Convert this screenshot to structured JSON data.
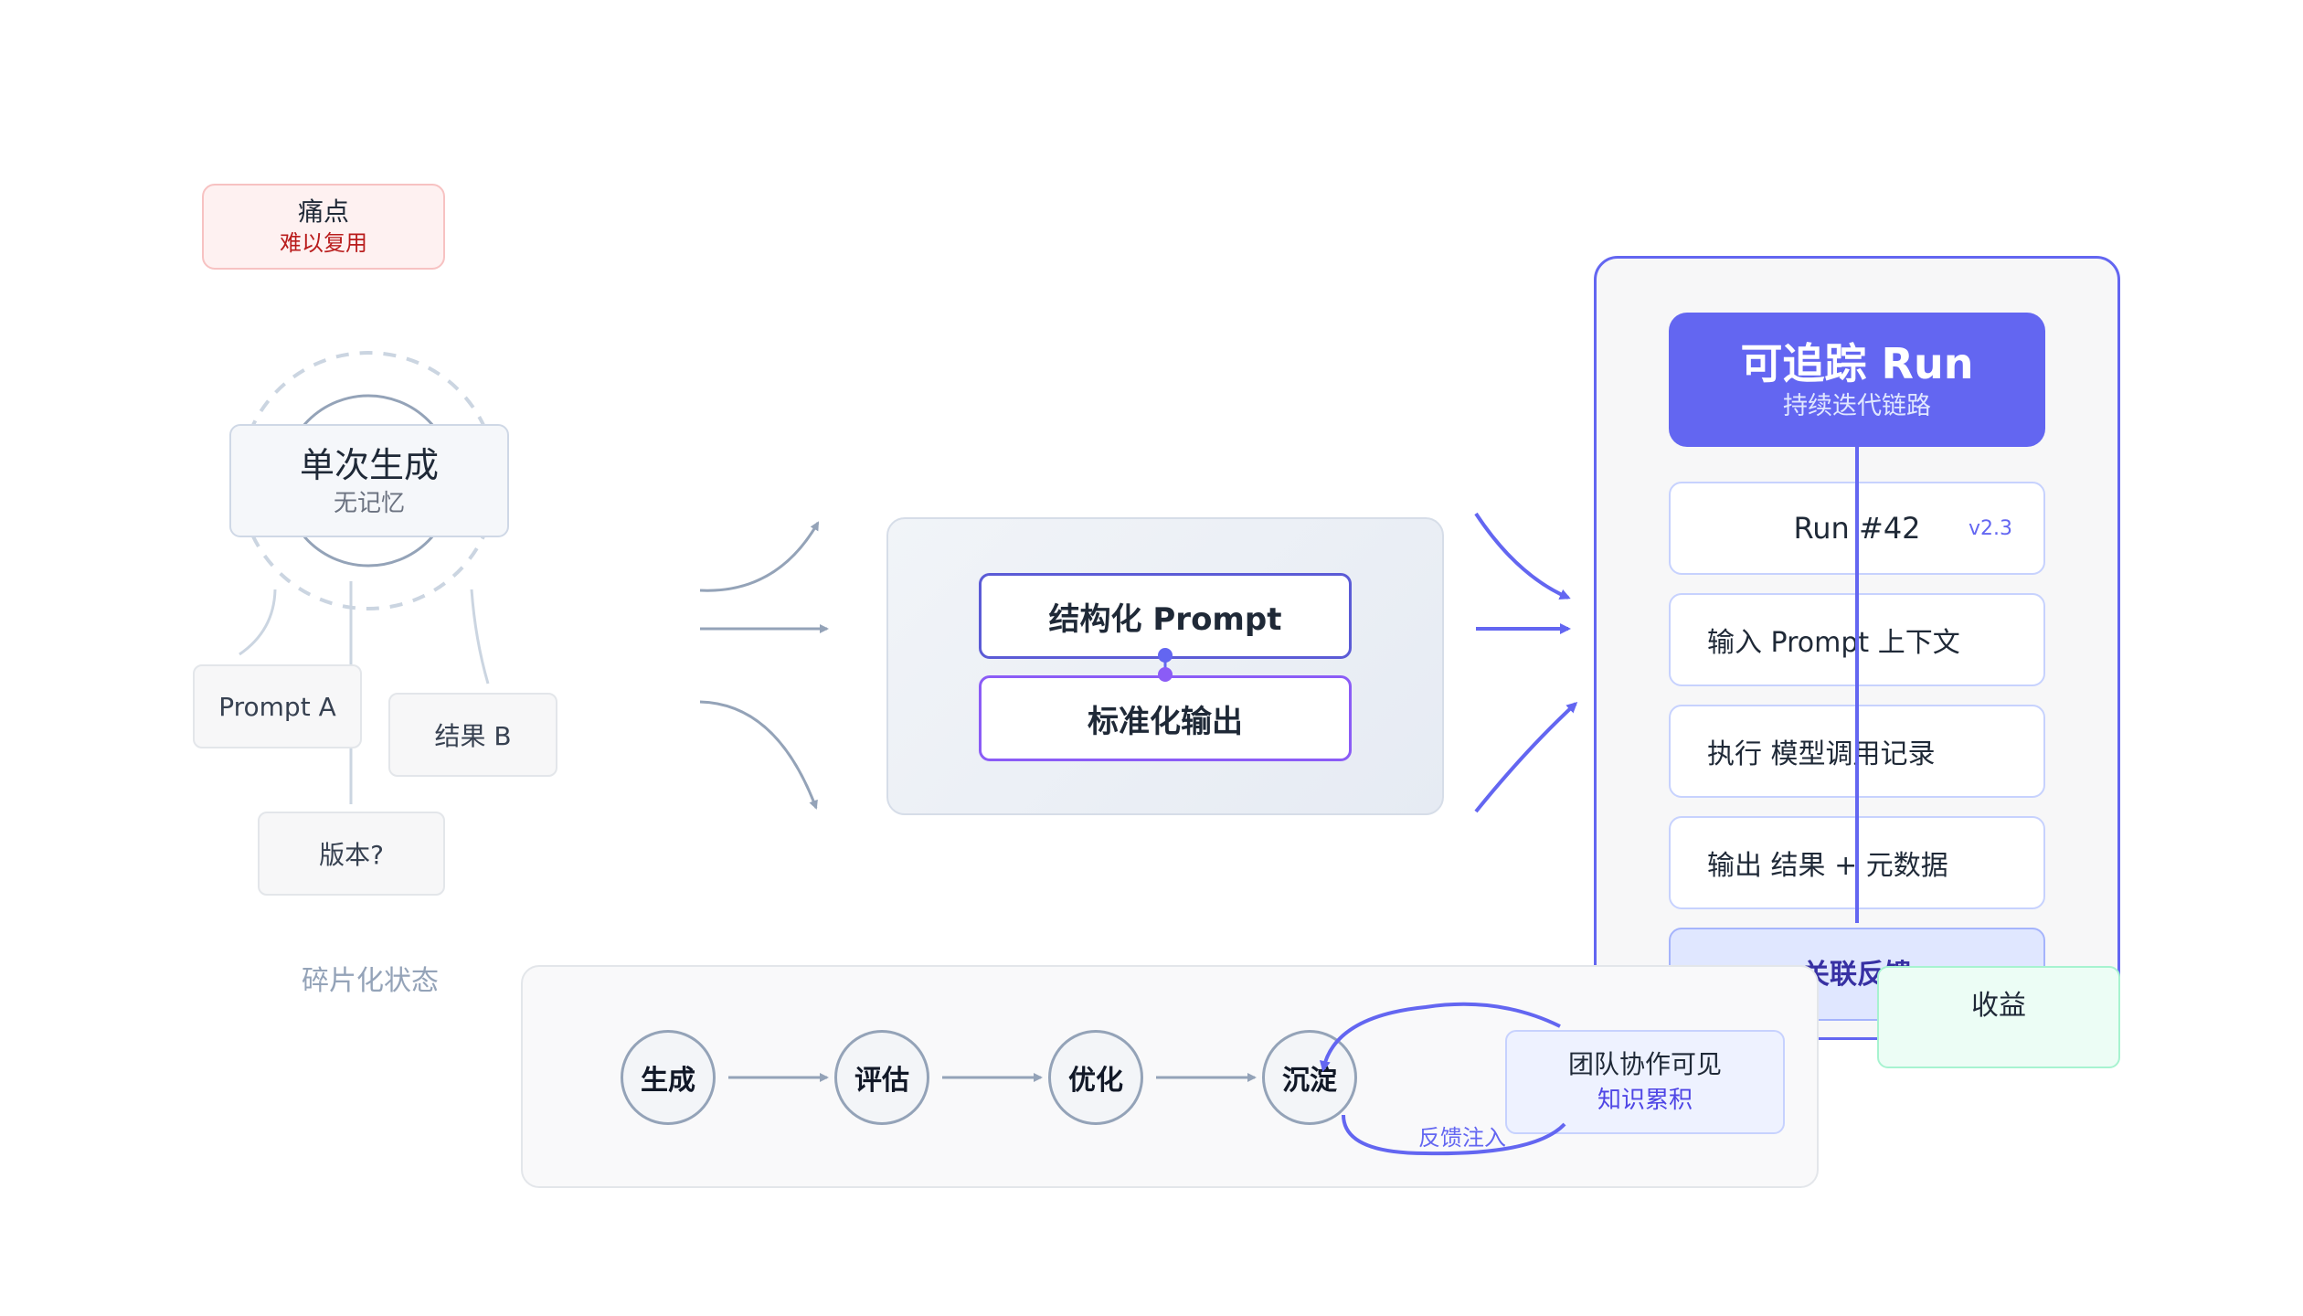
{
  "pain": {
    "title": "痛点",
    "subtitle": "难以复用"
  },
  "single": {
    "title": "单次生成",
    "subtitle": "无记忆"
  },
  "fragments": {
    "a": "Prompt A",
    "b": "结果 B",
    "c": "版本?",
    "state_label": "碎片化状态"
  },
  "middle": {
    "structured": "结构化 Prompt",
    "standard": "标准化输出"
  },
  "run": {
    "title": "可追踪 Run",
    "subtitle": "持续迭代链路",
    "id_label": "Run #42",
    "version": "v2.3",
    "input": "输入  Prompt 上下文",
    "exec": "执行   模型调用记录",
    "output": "输出   结果 + 元数据",
    "feedback": "关联反馈"
  },
  "gain": "收益",
  "loop": {
    "steps": [
      "生成",
      "评估",
      "优化",
      "沉淀"
    ],
    "feedback_label": "反馈注入",
    "team_title": "团队协作可见",
    "team_subtitle": "知识累积"
  },
  "colors": {
    "accent": "#6366f1",
    "violet": "#8b5cf6",
    "slate": "#94a3b8",
    "pain": "#b91c1c"
  }
}
